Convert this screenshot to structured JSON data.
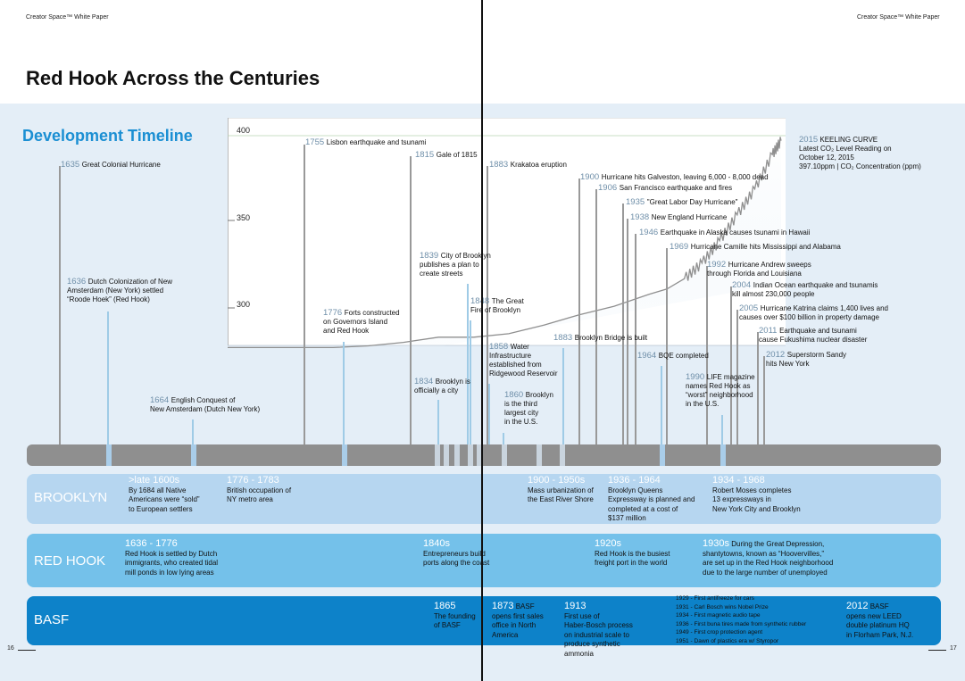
{
  "header": {
    "left": "Creator Space™ White Paper",
    "right": "Creator Space™ White Paper"
  },
  "title": "Red Hook Across the Centuries",
  "subtitle": "Development Timeline",
  "page_numbers": {
    "left": "16",
    "right": "17"
  },
  "chart_data": {
    "type": "line",
    "yticks": [
      "400",
      "350",
      "300"
    ],
    "ylim": [
      280,
      400
    ],
    "x": [
      1700,
      1720,
      1740,
      1760,
      1780,
      1800,
      1820,
      1840,
      1860,
      1880,
      1900,
      1920,
      1940,
      1950,
      1960,
      1970,
      1980,
      1990,
      2000,
      2010,
      2015
    ],
    "values": [
      277,
      277,
      277,
      277,
      278,
      280,
      283,
      283,
      285,
      290,
      296,
      301,
      308,
      311,
      317,
      326,
      339,
      354,
      369,
      389,
      397.1
    ],
    "annotations": [
      {
        "year": "2015",
        "label": "KEELING CURVE"
      },
      {
        "year": "",
        "label": "Latest CO₂ Level Reading on"
      },
      {
        "year": "",
        "label": "October 12, 2015"
      },
      {
        "year": "",
        "label": "397.10ppm | CO₂ Concentration (ppm)"
      }
    ]
  },
  "events": [
    {
      "year": "1635",
      "text": [
        "Great Colonial Hurricane"
      ]
    },
    {
      "year": "1755",
      "text": [
        "Lisbon earthquake and tsunami"
      ]
    },
    {
      "year": "1815",
      "text": [
        "Gale of 1815"
      ]
    },
    {
      "year": "1883",
      "text": [
        "Krakatoa eruption"
      ]
    },
    {
      "year": "1900",
      "text": [
        "Hurricane hits Galveston, leaving 6,000 - 8,000 dead"
      ]
    },
    {
      "year": "1906",
      "text": [
        "San Francisco earthquake and fires"
      ]
    },
    {
      "year": "1935",
      "text": [
        "\"Great Labor Day Hurricane\""
      ]
    },
    {
      "year": "1938",
      "text": [
        "New England Hurricane"
      ]
    },
    {
      "year": "1946",
      "text": [
        "Earthquake in Alaska causes tsunami in Hawaii"
      ]
    },
    {
      "year": "1969",
      "text": [
        "Hurricane Camille hits Mississippi and Alabama"
      ]
    },
    {
      "year": "1992",
      "text": [
        "Hurricane Andrew sweeps",
        "through Florida and Louisiana"
      ]
    },
    {
      "year": "2004",
      "text": [
        "Indian Ocean earthquake and tsunamis",
        "kill almost 230,000 people"
      ]
    },
    {
      "year": "2005",
      "text": [
        "Hurricane Katrina claims 1,400 lives and",
        "causes over $100 billion in property damage"
      ]
    },
    {
      "year": "2011",
      "text": [
        "Earthquake and tsunami",
        "cause Fukushima nuclear disaster"
      ]
    },
    {
      "year": "2012",
      "text": [
        "Superstorm Sandy",
        "hits New York"
      ]
    },
    {
      "year": "1636",
      "text": [
        "Dutch Colonization of New",
        "Amsterdam (New York) settled",
        "“Roode Hoek” (Red Hook)"
      ]
    },
    {
      "year": "1839",
      "text": [
        "City of Brooklyn",
        "publishes a plan to",
        "create streets"
      ]
    },
    {
      "year": "1848",
      "text": [
        "The Great",
        "Fire of Brooklyn"
      ]
    },
    {
      "year": "1776",
      "text": [
        "Forts constructed",
        "on Governors Island",
        "and Red Hook"
      ]
    },
    {
      "year": "1883",
      "text": [
        "Brooklyn Bridge is built"
      ]
    },
    {
      "year": "1858",
      "text": [
        "Water",
        "Infrastructure",
        "established from",
        "Ridgewood Reservoir"
      ]
    },
    {
      "year": "1964",
      "text": [
        "BQE completed"
      ]
    },
    {
      "year": "1834",
      "text": [
        "Brooklyn is",
        "officially a city"
      ]
    },
    {
      "year": "1860",
      "text": [
        "Brooklyn",
        "is the third",
        "largest city",
        "in the U.S."
      ]
    },
    {
      "year": "1990",
      "text": [
        "LIFE magazine",
        "names Red Hook as",
        "“worst” neighborhood",
        "in the U.S."
      ]
    },
    {
      "year": "1664",
      "text": [
        "English Conquest of",
        "New Amsterdam (Dutch New York)"
      ]
    }
  ],
  "rows": {
    "brooklyn": {
      "label": "BROOKLYN",
      "items": [
        {
          "year": ">late 1600s",
          "text": [
            "By 1684 all Native",
            "Americans were “sold”",
            "to European settlers"
          ]
        },
        {
          "year": "1776 - 1783",
          "text": [
            "British occupation of",
            "NY metro area"
          ]
        },
        {
          "year": "1900 - 1950s",
          "text": [
            "Mass urbanization of",
            "the East River Shore"
          ]
        },
        {
          "year": "1936 - 1964",
          "text": [
            "Brooklyn Queens",
            "Expressway is planned and",
            "completed at a cost of",
            "$137 million"
          ]
        },
        {
          "year": "1934 - 1968",
          "text": [
            "Robert Moses completes",
            "13 expressways in",
            "New York City and Brooklyn"
          ]
        }
      ]
    },
    "redhook": {
      "label": "RED HOOK",
      "items": [
        {
          "year": "1636 - 1776",
          "text": [
            "Red Hook is settled by Dutch",
            "immigrants, who created tidal",
            "mill ponds in low lying areas"
          ]
        },
        {
          "year": "1840s",
          "text": [
            "Entrepreneurs build",
            "ports along the coast"
          ]
        },
        {
          "year": "1920s",
          "text": [
            "Red Hook is the busiest",
            "freight port in the world"
          ]
        },
        {
          "year": "1930s",
          "text": [
            "During the Great Depression,",
            "shantytowns, known as “Hoovervilles,”",
            "are set up in the Red Hook neighborhood",
            "due to the large number of unemployed"
          ]
        }
      ]
    },
    "basf": {
      "label": "BASF",
      "items": [
        {
          "year": "1865",
          "text": [
            "The founding",
            "of BASF"
          ]
        },
        {
          "year": "1873",
          "text": [
            "BASF",
            "opens first sales",
            "office in North",
            "America"
          ]
        },
        {
          "year": "1913",
          "text": [
            "First use of",
            "Haber-Bosch process",
            "on industrial scale to",
            "produce synthetic",
            "ammonia"
          ]
        },
        {
          "year": "",
          "text": [
            "1929 - First antifreeze for cars",
            "1931 - Carl Bosch wins Nobel Prize",
            "1934 - First magnetic audio tape",
            "1936 - First buna tires made from synthetic rubber",
            "1949 - First crop protection agent",
            "1951 - Dawn of plastics era w/ Styropor"
          ]
        },
        {
          "year": "2012",
          "text": [
            "BASF",
            "opens new LEED",
            "double platinum HQ",
            "in Florham Park, N.J."
          ]
        }
      ]
    }
  }
}
